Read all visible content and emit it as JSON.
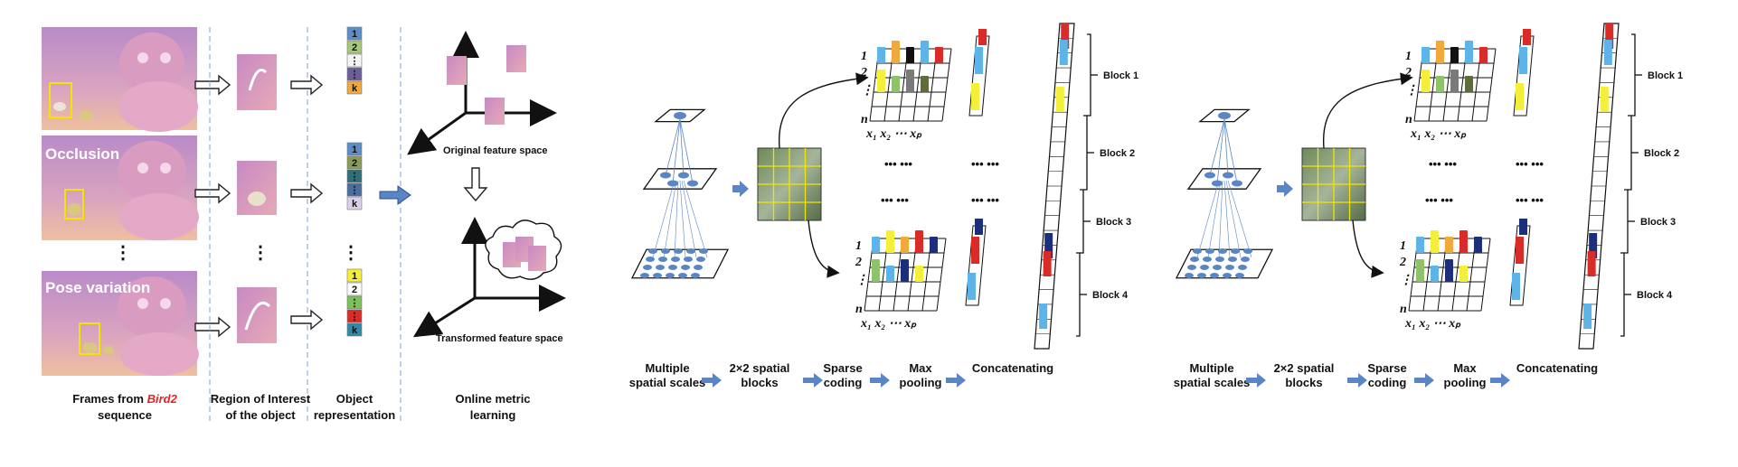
{
  "colors": {
    "sky_top": "#c58fc4",
    "sky_bottom": "#e9b3a3",
    "roi_box": "#f2e500",
    "flow_arrow": "#5b86c5",
    "node": "#5b86c5",
    "bar_blue": "#5cb4e8",
    "bar_red": "#d92b27",
    "bar_yellow": "#f3ef3a",
    "bar_navy": "#1b2f7a",
    "bar_orange": "#f2a93b",
    "bar_green": "#8fc36a",
    "bar_black": "#111111",
    "bar_gray": "#7a7a7a",
    "bar_olive": "#5e6b3a",
    "highlight_red": "#e8231f"
  },
  "panel_a": {
    "frames": [
      {
        "caption": ""
      },
      {
        "caption": "Occlusion"
      },
      {
        "caption": "Pose variation"
      }
    ],
    "ellipsis": "⋮",
    "vec1": [
      "1",
      "2",
      "⋮",
      "⋮",
      "k"
    ],
    "vec2": [
      "1",
      "2",
      "⋮",
      "⋮",
      "k"
    ],
    "vec3": [
      "1",
      "2",
      "⋮",
      "⋮",
      "k"
    ],
    "original_feature_space": "Original feature space",
    "transformed_feature_space": "Transformed feature space",
    "col_frames_line1_prefix": "Frames from ",
    "col_frames_line1_highlight": "Bird2",
    "col_frames_line2": "sequence",
    "col_roi_line1": "Region of Interest",
    "col_roi_line2": "of the  object",
    "col_obj_line1": "Object",
    "col_obj_line2": "representation",
    "col_metric_line1": "Online metric",
    "col_metric_line2": "learning"
  },
  "panel_b": {
    "steps": [
      {
        "line1": "Multiple",
        "line2": "spatial scales"
      },
      {
        "line1": "2×2 spatial",
        "line2": "blocks"
      },
      {
        "line1": "Sparse",
        "line2": "coding"
      },
      {
        "line1": "Max",
        "line2": "pooling"
      },
      {
        "line1": "Concatenating",
        "line2": ""
      }
    ],
    "blocks": [
      "Block 1",
      "Block 2",
      "Block 3",
      "Block 4"
    ],
    "row_labels": [
      "1",
      "2",
      "⋮",
      "n"
    ],
    "xlabels": "x₁ x₂ ⋯ xₚ",
    "dots": "••• •••"
  },
  "panel_c": {
    "steps": [
      {
        "line1": "Multiple",
        "line2": "spatial scales"
      },
      {
        "line1": "2×2 spatial",
        "line2": "blocks"
      },
      {
        "line1": "Sparse",
        "line2": "coding"
      },
      {
        "line1": "Max",
        "line2": "pooling"
      },
      {
        "line1": "Concatenating",
        "line2": ""
      }
    ],
    "blocks": [
      "Block 1",
      "Block 2",
      "Block 3",
      "Block 4"
    ],
    "row_labels": [
      "1",
      "2",
      "⋮",
      "n"
    ],
    "xlabels": "x₁ x₂ ⋯ xₚ",
    "dots": "••• •••"
  }
}
